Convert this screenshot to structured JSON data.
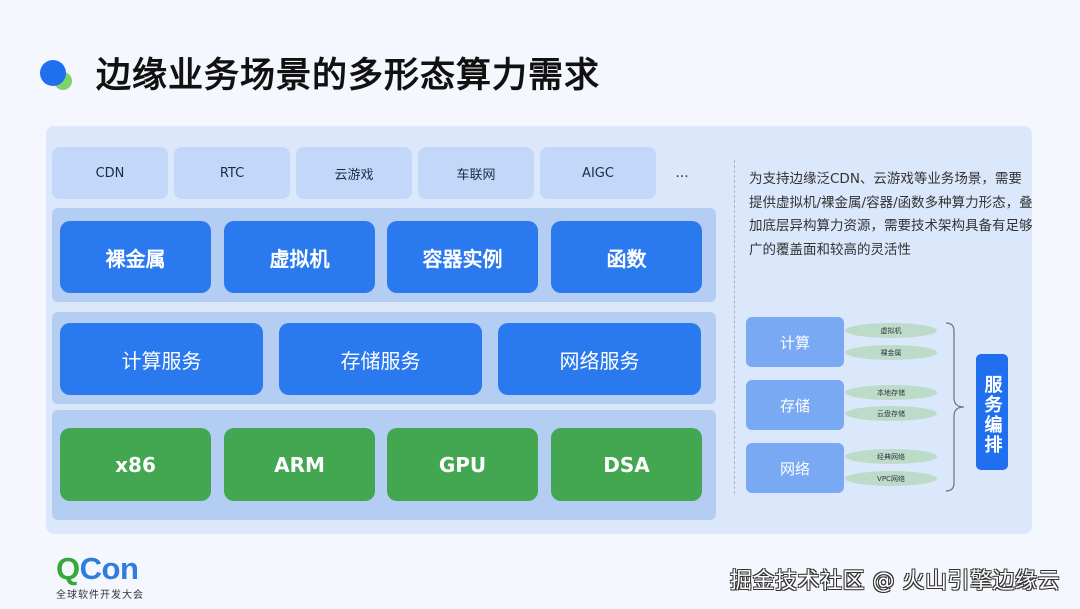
{
  "header": {
    "title": "边缘业务场景的多形态算力需求",
    "bullet_colors": {
      "primary": "#1f6fef",
      "secondary": "#7ed36a"
    }
  },
  "business_scenarios": {
    "items": [
      "CDN",
      "RTC",
      "云游戏",
      "车联网",
      "AIGC"
    ],
    "more": "..."
  },
  "compute_forms": [
    "裸金属",
    "虚拟机",
    "容器实例",
    "函数"
  ],
  "services": [
    "计算服务",
    "存储服务",
    "网络服务"
  ],
  "hardware": [
    "x86",
    "ARM",
    "GPU",
    "DSA"
  ],
  "description": "为支持边缘泛CDN、云游戏等业务场景，需要提供虚拟机/裸金属/容器/函数多种算力形态，叠加底层异构算力资源，需要技术架构具备有足够广的覆盖面和较高的灵活性",
  "orchestration": {
    "groups": [
      {
        "label": "计算",
        "items": [
          "虚拟机",
          "裸金属"
        ]
      },
      {
        "label": "存储",
        "items": [
          "本地存储",
          "云盘存储"
        ]
      },
      {
        "label": "网络",
        "items": [
          "经典网络",
          "VPC网络"
        ]
      }
    ],
    "label": "服务编排"
  },
  "footer": {
    "logo_q": "Q",
    "logo_con": "Con",
    "logo_sub": "全球软件开发大会",
    "watermark": "掘金技术社区 @ 火山引擎边缘云"
  },
  "colors": {
    "blue_block": "#2a79ee",
    "green_block": "#43a752",
    "light_card": "#c3d8f8",
    "layer_bg": "#b4cdf3",
    "orch_box": "#7aa9f4",
    "ellipse": "#bcdcc9"
  }
}
